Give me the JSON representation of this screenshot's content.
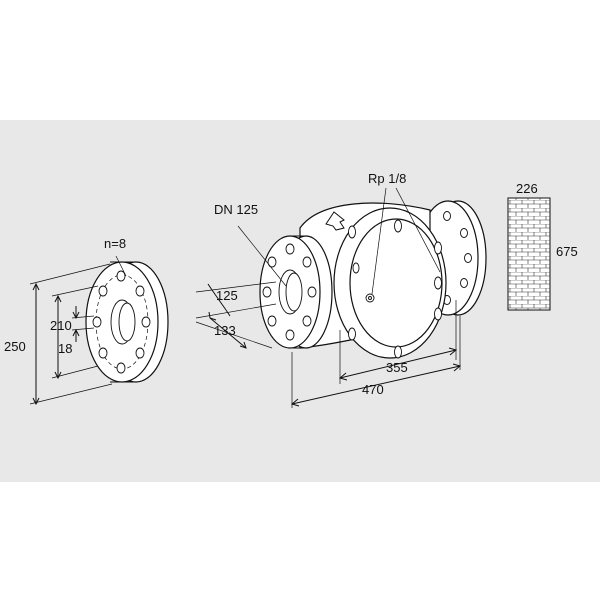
{
  "labels": {
    "bolt_count": "n=8",
    "flange_outer": "250",
    "bolt_circle": "210",
    "bolt_hole": "18",
    "nominal_diameter": "DN 125",
    "port_bore": "125",
    "port_offset": "133",
    "test_port": "Rp 1/8",
    "inner_length": "355",
    "overall_length": "470",
    "wall_thickness": "226",
    "wall_height": "675"
  },
  "colors": {
    "background": "#ffffff",
    "band": "#e8e8e8",
    "line": "#111111",
    "fill": "#ffffff"
  }
}
